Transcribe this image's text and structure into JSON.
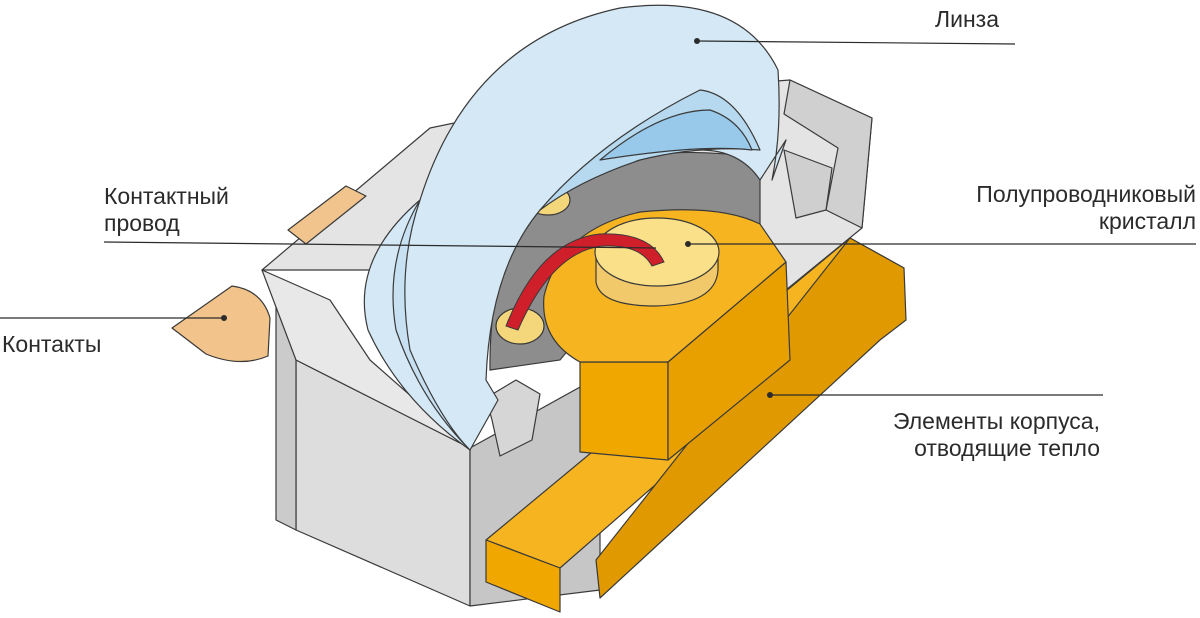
{
  "labels": {
    "lens": "Линза",
    "wire_line1": "Контактный",
    "wire_line2": "провод",
    "crystal_line1": "Полупроводниковый",
    "crystal_line2": "кристалл",
    "contacts": "Контакты",
    "heat_line1": "Элементы корпуса,",
    "heat_line2": "отводящие тепло"
  },
  "colors": {
    "housing_light": "#e2e2e2",
    "housing_mid": "#d2d2d2",
    "housing_dark": "#c2c2c2",
    "cavity": "#8d8d8d",
    "lens_light": "#d6e9f7",
    "lens_mid": "#b9dbf1",
    "lens_inner": "#98c9ea",
    "heatsink_top": "#f6b520",
    "heatsink_front": "#f0a800",
    "heatsink_side": "#e29c00",
    "chip_face": "#fbe08a",
    "pad": "#f3d77a",
    "wire": "#cf1f2a",
    "contact": "#f2c58e",
    "outline": "#2b2b2b"
  }
}
